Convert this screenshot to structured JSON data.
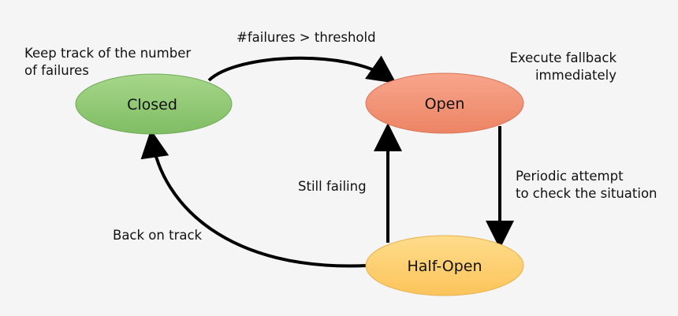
{
  "states": {
    "closed": {
      "label": "Closed",
      "color_top": "#a6d68a",
      "color_bottom": "#7fbd63"
    },
    "open": {
      "label": "Open",
      "color_top": "#f7a58c",
      "color_bottom": "#ec8464"
    },
    "half_open": {
      "label": "Half-Open",
      "color_top": "#ffdc8c",
      "color_bottom": "#fcc45a"
    }
  },
  "transitions": {
    "closed_to_open": "#failures > threshold",
    "open_to_half_open": [
      "Periodic attempt",
      "to check the situation"
    ],
    "half_open_to_open": "Still failing",
    "half_open_to_closed": "Back on track"
  },
  "annotations": {
    "closed_note": [
      "Keep track of the number",
      "of failures"
    ],
    "open_note": [
      "Execute fallback",
      "immediately"
    ]
  }
}
